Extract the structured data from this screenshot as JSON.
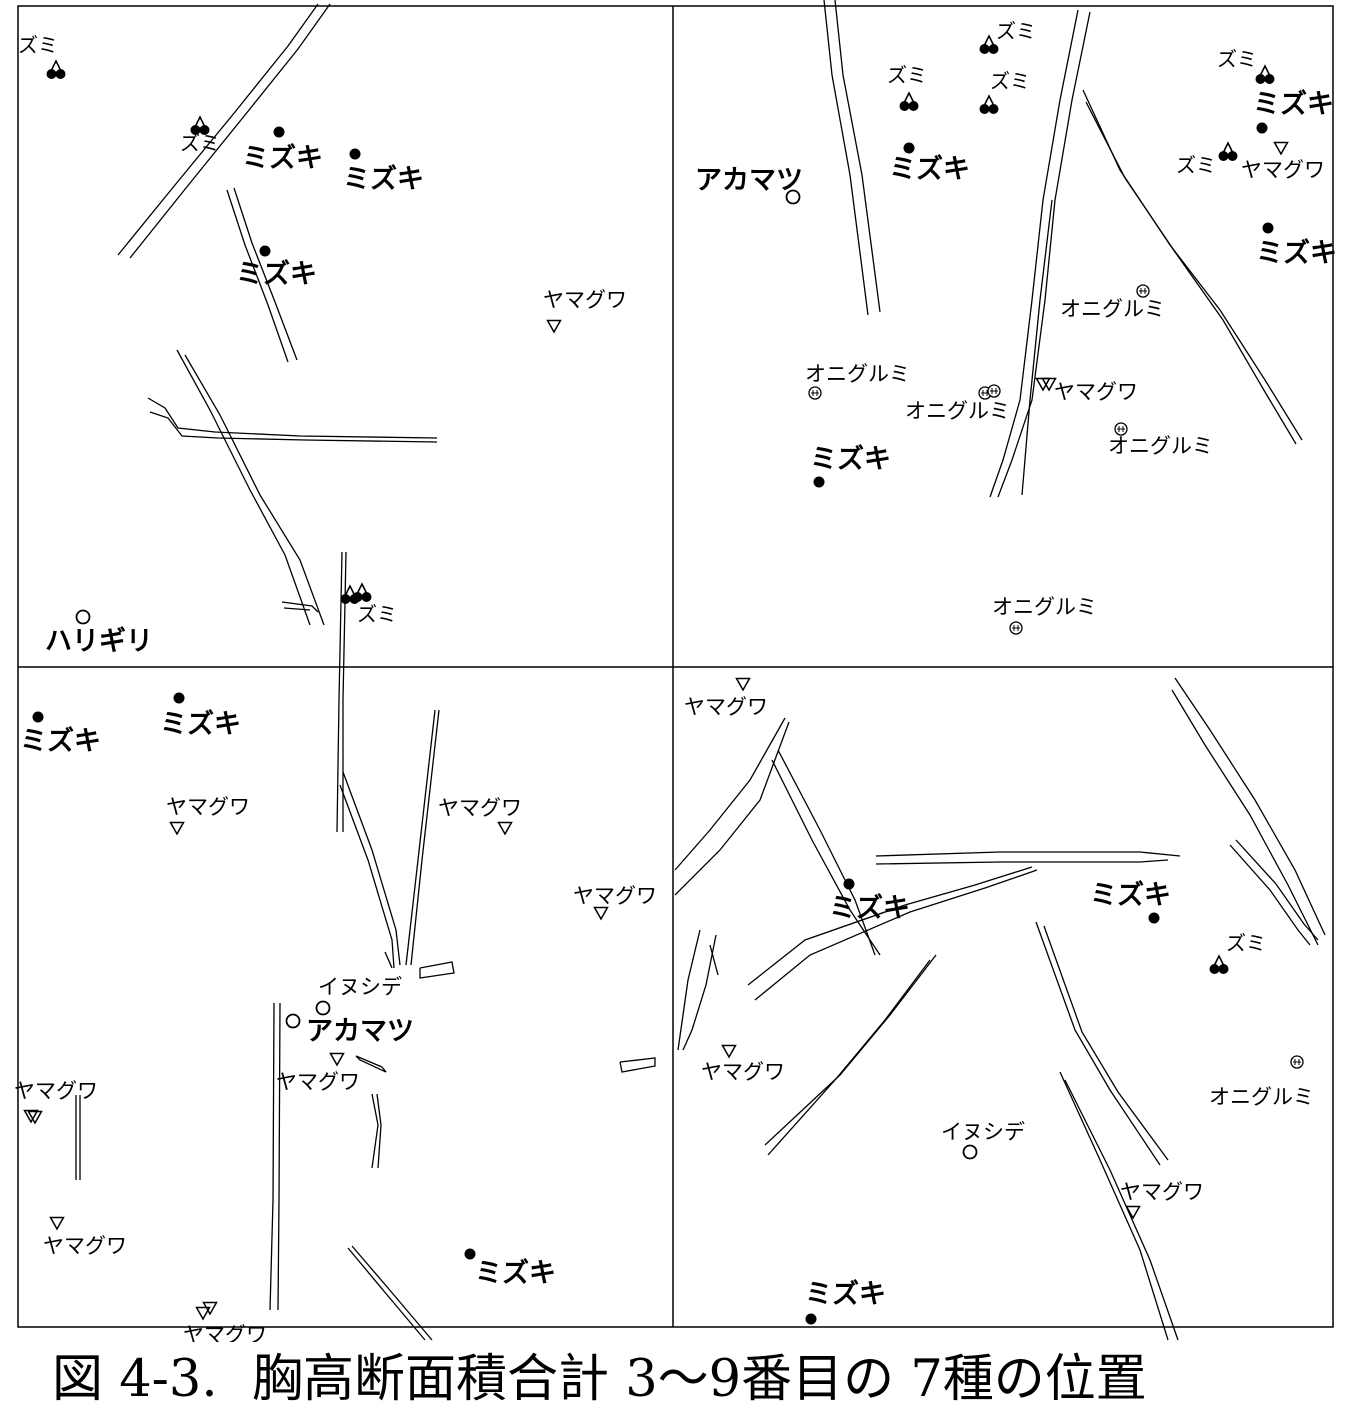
{
  "caption": {
    "figure_no": "図 4-3.",
    "title": "胸高断面積合計 3～9番目の 7種の位置"
  },
  "symbols": {
    "mizuki": "filled-dot-icon",
    "zumi": "cherry-icon",
    "yamaguwa": "open-triangle-icon",
    "akamatsu": "open-circle-icon",
    "harigiri": "open-circle-icon",
    "inushide": "open-circle-icon",
    "onigurumi": "walnut-icon"
  },
  "quadrants": [
    {
      "id": "upper-left",
      "labels": [
        "ズミ",
        "ズミ",
        "ミズキ",
        "ミズキ",
        "ミズキ",
        "ヤマグワ",
        "ズミ",
        "ハリギリ"
      ]
    },
    {
      "id": "upper-right",
      "labels": [
        "ズミ",
        "ズミ",
        "ズミ",
        "ズミ",
        "ミズキ",
        "ズミ",
        "ヤマグワ",
        "ミズキ",
        "アカマツ",
        "ミズキ",
        "オニグルミ",
        "オニグルミ",
        "オニグルミ",
        "ヤマグワ",
        "オニグルミ",
        "ミズキ",
        "オニグルミ"
      ]
    },
    {
      "id": "lower-left",
      "labels": [
        "ミズキ",
        "ミズキ",
        "ヤマグワ",
        "ヤマグワ",
        "ヤマグワ",
        "イヌシデ",
        "アカマツ",
        "ヤマグワ",
        "ヤマグワ",
        "ヤマグワ",
        "ミズキ",
        "ヤマグワ"
      ]
    },
    {
      "id": "lower-right",
      "labels": [
        "ヤマグワ",
        "ミズキ",
        "ミズキ",
        "ズミ",
        "ヤマグワ",
        "オニグルミ",
        "イヌシデ",
        "ヤマグワ",
        "ミズキ"
      ]
    }
  ]
}
